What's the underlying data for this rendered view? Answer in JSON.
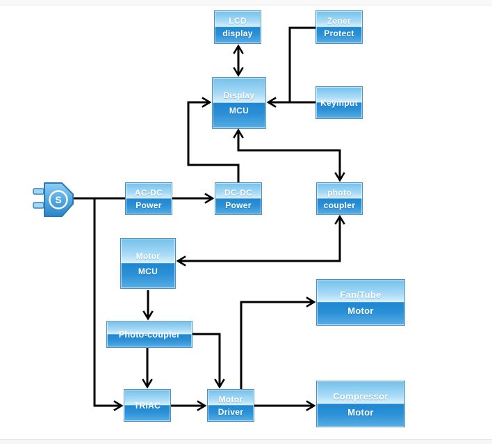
{
  "diagram": {
    "nodes": {
      "lcd": {
        "lines": [
          "LCD",
          "display"
        ]
      },
      "zener": {
        "lines": [
          "Zener",
          "Protect"
        ]
      },
      "display_mcu": {
        "lines": [
          "Display",
          "MCU"
        ]
      },
      "keyinput": {
        "lines": [
          "Keyinput"
        ]
      },
      "acdc": {
        "lines": [
          "AC-DC",
          "Power"
        ]
      },
      "dcdc": {
        "lines": [
          "DC-DC",
          "Power"
        ]
      },
      "photo_coupler_signal": {
        "lines": [
          "photo",
          "coupler"
        ]
      },
      "motor_mcu": {
        "lines": [
          "Motor",
          "MCU"
        ]
      },
      "photo_coupler_drive": {
        "lines": [
          "Photo-coupler"
        ]
      },
      "triac": {
        "lines": [
          "TRIAC"
        ]
      },
      "motor_driver": {
        "lines": [
          "Motor",
          "Driver"
        ]
      },
      "fan_tube_motor": {
        "lines": [
          "Fan/Tube",
          "Motor"
        ]
      },
      "compressor_motor": {
        "lines": [
          "Compressor",
          "Motor"
        ]
      }
    },
    "plug": {
      "label": "S"
    },
    "colors": {
      "node_border": "#4191ce",
      "node_gradient_top": "#74c0ec",
      "node_gradient_light": "#d9f0fc",
      "node_gradient_dark": "#1f87d0",
      "node_gradient_bottom": "#58ade3",
      "connector": "#000000",
      "text": "#ffffff"
    }
  }
}
